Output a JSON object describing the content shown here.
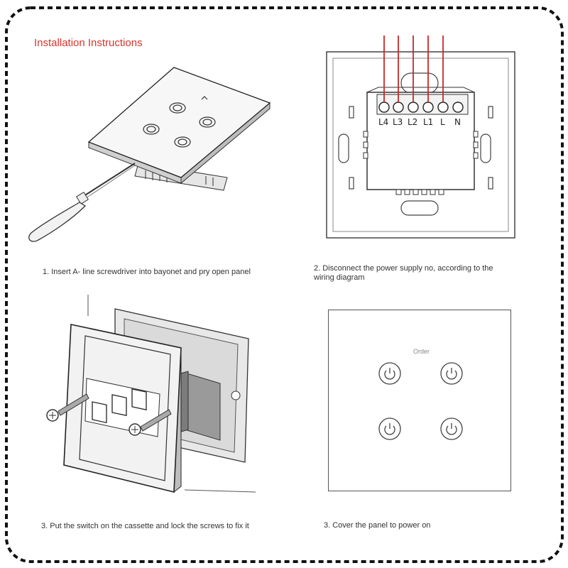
{
  "title": "Installation Instructions",
  "steps": [
    {
      "caption": "1. Insert A- line screwdriver into bayonet and pry open panel"
    },
    {
      "caption": "2. Disconnect the power supply no, according to the wiring diagram"
    },
    {
      "caption": "3. Put the switch on the cassette and lock the screws to fix it"
    },
    {
      "caption": "3. Cover the panel to power on"
    }
  ],
  "wiring": {
    "terminals": [
      "L4",
      "L3",
      "L2",
      "L1",
      "L",
      "N"
    ]
  },
  "panel": {
    "brand": "Order"
  },
  "colors": {
    "title": "#d9342b",
    "wire": "#c62828",
    "border": "#111111"
  }
}
